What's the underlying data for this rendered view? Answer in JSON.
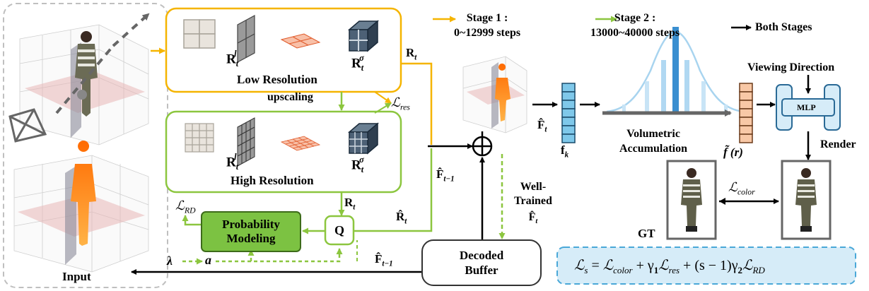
{
  "input_panel": {
    "label": "Input"
  },
  "low_res": {
    "title": "Low Resolution",
    "rl_label": "R",
    "rl_sub": "t",
    "rl_sup": "l",
    "rs_sup": "σ"
  },
  "high_res": {
    "title": "High Resolution",
    "rl_label": "R",
    "rl_sub": "t",
    "rl_sup": "l",
    "rs_sup": "σ"
  },
  "arrows": {
    "upscaling": "upscaling",
    "rt_top": "R",
    "rt_sub": "t",
    "rt_mid": "R",
    "rt_mid_sub": "t",
    "rhat": "R̂",
    "rhat_sub": "t",
    "fhat_prev": "F̂",
    "fhat_prev_sub": "t−1",
    "fhat_prev2": "F̂",
    "fhat_prev2_sub": "t−1",
    "fhat_t": "F̂",
    "fhat_t_sub": "t",
    "fk": "f",
    "fk_sub": "k",
    "well_trained_1": "Well-",
    "well_trained_2": "Trained",
    "well_fhat": "F̂",
    "well_fhat_sub": "t",
    "lambda": "λ",
    "a": "a"
  },
  "losses": {
    "res": "ℒ",
    "res_sub": "res",
    "rd": "ℒ",
    "rd_sub": "RD",
    "color": "ℒ",
    "color_sub": "color"
  },
  "prob_modeling": {
    "line1": "Probability",
    "line2": "Modeling"
  },
  "quantizer": {
    "label": "Q"
  },
  "decoded_buffer": {
    "line1": "Decoded",
    "line2": "Buffer"
  },
  "legend": {
    "stage1_title": "Stage 1 :",
    "stage1_steps": "0~12999 steps",
    "stage2_title": "Stage 2 :",
    "stage2_steps": "13000~40000 steps",
    "both": "Both Stages",
    "stage1_color": "#f5b400",
    "stage2_color": "#8cc63f",
    "both_color": "#000000"
  },
  "volumetric": {
    "line1": "Volumetric",
    "line2": "Accumulation"
  },
  "ftilde": {
    "label": "f̃ (r)"
  },
  "mlp": {
    "label": "MLP",
    "viewing": "Viewing Direction",
    "render": "Render"
  },
  "gt": {
    "label": "GT"
  },
  "total_loss": {
    "L": "ℒ",
    "s": "s",
    "eq": " = ",
    "Lc": "ℒ",
    "c": "color",
    "plus1": " + γ",
    "g1": "1",
    "Lr": "ℒ",
    "r": "res",
    "plus2": " + (s − 1)γ",
    "g2": "2",
    "Ld": "ℒ",
    "d": "RD"
  },
  "colors": {
    "orange": "#f5b400",
    "green": "#8cc63f",
    "dark_green": "#6aaa2a",
    "prob_fill": "#7cc242",
    "blue_cell": "#7fc8ea",
    "peach_cell": "#f8c8a6",
    "mlp_fill": "#d6ecf8",
    "mlp_stroke": "#2a6a96",
    "formula_fill": "#d6ecf8",
    "formula_stroke": "#4aa8d8"
  }
}
